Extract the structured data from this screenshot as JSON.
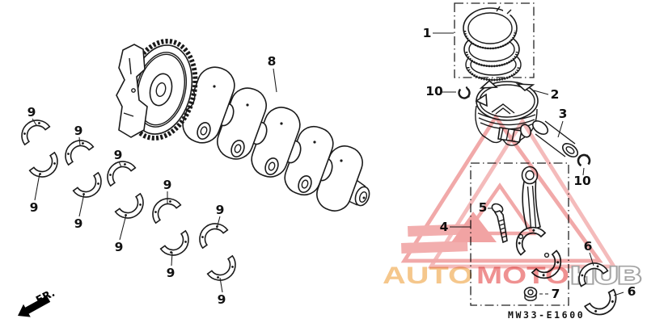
{
  "brand": {
    "part1": "AUTO",
    "part2": "MOTO",
    "part3": "HUB",
    "colors": {
      "part1_fill": "#f5c78c",
      "part2_fill": "#ef9191",
      "part3_fill": "#ffffff",
      "part3_outline": "#a3a3a3",
      "triangle": "#ef9a9a",
      "crossbar": "#f0a0a0"
    }
  },
  "diagram": {
    "code": "MW33-E1600",
    "front_marker": "FR.",
    "line_color": "#1a1a1a"
  },
  "callouts": {
    "piston_ring_set": "1",
    "piston": "2",
    "piston_pin": "3",
    "connecting_rod": "4",
    "rod_bolt": "5",
    "rod_bearing": "6",
    "rod_nut": "7",
    "crankshaft": "8",
    "main_bearing": "9",
    "pin_clip": "10"
  }
}
